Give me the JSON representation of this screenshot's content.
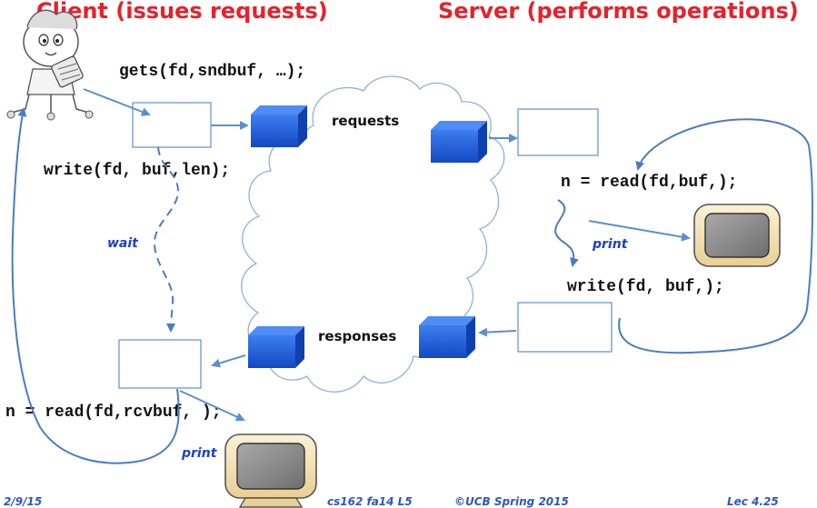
{
  "header": {
    "client_title": "Client (issues requests)",
    "server_title": "Server (performs operations)"
  },
  "client": {
    "gets_call": "gets(fd,sndbuf, …);",
    "write_call": "write(fd, buf,len);",
    "read_call": "n = read(fd,rcvbuf, );",
    "wait_label": "wait",
    "print_label": "print"
  },
  "network": {
    "requests_label": "requests",
    "responses_label": "responses"
  },
  "server": {
    "read_call": "n = read(fd,buf,);",
    "write_call": "write(fd, buf,);",
    "print_label": "print"
  },
  "footer": {
    "date": "2/9/15",
    "course": "cs162 fa14 L5",
    "copyright": "©UCB Spring 2015",
    "slide": "Lec 4.25"
  },
  "colors": {
    "header_red": "#e8202a",
    "arrow_blue": "#5b8fd1",
    "packet_blue": "#1f5fd8",
    "monitor_frame": "#f3e2b4",
    "monitor_screen": "#8b8b8b"
  },
  "icons": {
    "client_figure": "person-with-phone-icon",
    "packet": "cube-icon",
    "monitor": "monitor-icon"
  }
}
